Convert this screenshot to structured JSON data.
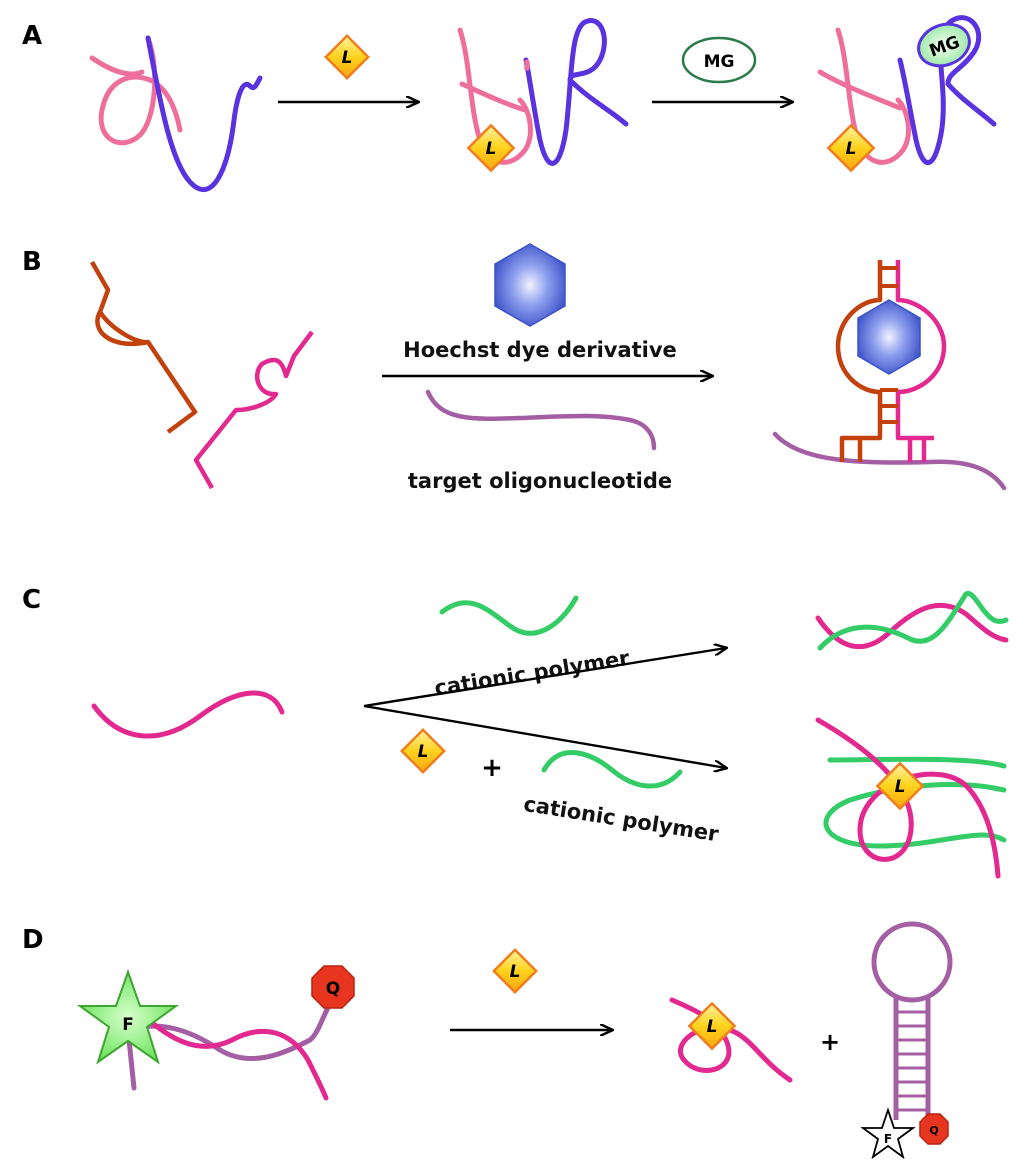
{
  "panels": {
    "a": {
      "label": "A",
      "ligand": "L",
      "mg_label": "MG"
    },
    "b": {
      "label": "B",
      "dye_label": "Hoechst dye derivative",
      "target_label": "target oligonucleotide"
    },
    "c": {
      "label": "C",
      "polymer_label_top": "cationic polymer",
      "polymer_label_bottom": "cationic polymer",
      "plus": "+",
      "ligand": "L"
    },
    "d": {
      "label": "D",
      "fluorophore": "F",
      "quencher": "Q",
      "ligand": "L",
      "plus": "+"
    }
  },
  "colors": {
    "pink": "#ee6f9c",
    "magenta": "#e3288f",
    "blue_purple": "#5a33e0",
    "rust": "#c2410c",
    "lilac": "#a45fa4",
    "green": "#33cc66",
    "ligand_fill": "#ffcc00",
    "ligand_stroke": "#f07d1e",
    "mg_stroke": "#2b7a4b",
    "quencher": "#e8351f"
  }
}
